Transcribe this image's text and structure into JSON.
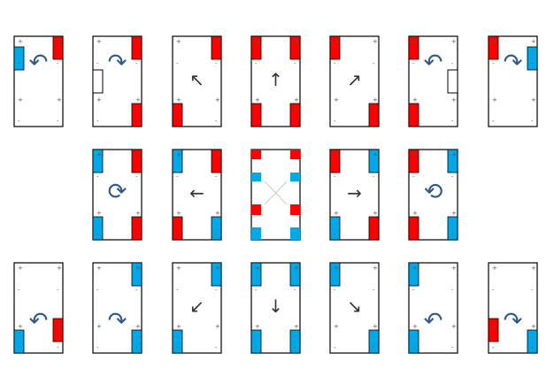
{
  "colors": {
    "red": "#ff0000",
    "blue": "#00a8e8",
    "arrow": "#2e5a88",
    "outline": "#000000",
    "mark": "#555555"
  },
  "marks": {
    "plus": "+",
    "minus": "-"
  },
  "grid": [
    {
      "row": 0,
      "col": 0,
      "pads": [
        {
          "c": "tr",
          "color": "red"
        },
        {
          "c": "lm",
          "color": "blue"
        }
      ],
      "arrow": {
        "icon": "curved-arrow-ccw-icon",
        "glyph": "↶"
      }
    },
    {
      "row": 0,
      "col": 1,
      "pads": [
        {
          "c": "tr",
          "color": "red"
        },
        {
          "c": "br",
          "color": "red"
        }
      ],
      "gap": "lm",
      "arrow": {
        "icon": "curved-arrow-cw-icon",
        "glyph": "↷"
      }
    },
    {
      "row": 0,
      "col": 2,
      "pads": [
        {
          "c": "tr",
          "color": "red"
        },
        {
          "c": "bl",
          "color": "red"
        }
      ],
      "arrow": {
        "icon": "arrow-up-left-icon",
        "glyph": "↖"
      }
    },
    {
      "row": 0,
      "col": 3,
      "pads": [
        {
          "c": "tl",
          "color": "red"
        },
        {
          "c": "tr",
          "color": "red"
        },
        {
          "c": "bl",
          "color": "red"
        },
        {
          "c": "br",
          "color": "red"
        }
      ],
      "arrow": {
        "icon": "arrow-up-icon",
        "glyph": "↑"
      }
    },
    {
      "row": 0,
      "col": 4,
      "pads": [
        {
          "c": "tl",
          "color": "red"
        },
        {
          "c": "br",
          "color": "red"
        }
      ],
      "arrow": {
        "icon": "arrow-up-right-icon",
        "glyph": "↗"
      }
    },
    {
      "row": 0,
      "col": 5,
      "pads": [
        {
          "c": "tl",
          "color": "red"
        },
        {
          "c": "bl",
          "color": "red"
        }
      ],
      "gap": "rm",
      "arrow": {
        "icon": "curved-arrow-ccw-icon",
        "glyph": "↶"
      }
    },
    {
      "row": 0,
      "col": 6,
      "pads": [
        {
          "c": "tl",
          "color": "red"
        },
        {
          "c": "rm",
          "color": "blue"
        }
      ],
      "arrow": {
        "icon": "curved-arrow-cw-icon",
        "glyph": "↷"
      }
    },
    {
      "row": 1,
      "col": 1,
      "pads": [
        {
          "c": "tl",
          "color": "blue"
        },
        {
          "c": "tr",
          "color": "red"
        },
        {
          "c": "bl",
          "color": "blue"
        },
        {
          "c": "br",
          "color": "red"
        }
      ],
      "arrow": {
        "icon": "rotate-cw-icon",
        "glyph": "⟳"
      }
    },
    {
      "row": 1,
      "col": 2,
      "pads": [
        {
          "c": "tl",
          "color": "blue"
        },
        {
          "c": "tr",
          "color": "red"
        },
        {
          "c": "bl",
          "color": "red"
        },
        {
          "c": "br",
          "color": "blue"
        }
      ],
      "arrow": {
        "icon": "arrow-left-icon",
        "glyph": "←"
      }
    },
    {
      "row": 1,
      "col": 3,
      "special": "all-pads"
    },
    {
      "row": 1,
      "col": 4,
      "pads": [
        {
          "c": "tl",
          "color": "red"
        },
        {
          "c": "tr",
          "color": "blue"
        },
        {
          "c": "bl",
          "color": "blue"
        },
        {
          "c": "br",
          "color": "red"
        }
      ],
      "arrow": {
        "icon": "arrow-right-icon",
        "glyph": "→"
      }
    },
    {
      "row": 1,
      "col": 5,
      "pads": [
        {
          "c": "tl",
          "color": "red"
        },
        {
          "c": "tr",
          "color": "blue"
        },
        {
          "c": "bl",
          "color": "red"
        },
        {
          "c": "br",
          "color": "blue"
        }
      ],
      "arrow": {
        "icon": "rotate-ccw-icon",
        "glyph": "⟲"
      }
    },
    {
      "row": 2,
      "col": 0,
      "pads": [
        {
          "c": "bl",
          "color": "blue"
        },
        {
          "c": "rm2",
          "color": "red"
        }
      ],
      "arrow": {
        "icon": "curved-arrow-ccw-icon",
        "glyph": "↶"
      }
    },
    {
      "row": 2,
      "col": 1,
      "pads": [
        {
          "c": "tr",
          "color": "blue"
        },
        {
          "c": "br",
          "color": "blue"
        }
      ],
      "arrow": {
        "icon": "curved-arrow-cw-icon",
        "glyph": "↷"
      }
    },
    {
      "row": 2,
      "col": 2,
      "pads": [
        {
          "c": "tr",
          "color": "blue"
        },
        {
          "c": "bl",
          "color": "blue"
        }
      ],
      "arrow": {
        "icon": "arrow-down-left-icon",
        "glyph": "↙"
      }
    },
    {
      "row": 2,
      "col": 3,
      "pads": [
        {
          "c": "tl",
          "color": "blue"
        },
        {
          "c": "tr",
          "color": "blue"
        },
        {
          "c": "bl",
          "color": "blue"
        },
        {
          "c": "br",
          "color": "blue"
        }
      ],
      "arrow": {
        "icon": "arrow-down-icon",
        "glyph": "↓"
      }
    },
    {
      "row": 2,
      "col": 4,
      "pads": [
        {
          "c": "tl",
          "color": "blue"
        },
        {
          "c": "br",
          "color": "blue"
        }
      ],
      "arrow": {
        "icon": "arrow-down-right-icon",
        "glyph": "↘"
      }
    },
    {
      "row": 2,
      "col": 5,
      "pads": [
        {
          "c": "tl",
          "color": "blue"
        },
        {
          "c": "bl",
          "color": "blue"
        }
      ],
      "arrow": {
        "icon": "curved-arrow-ccw-icon",
        "glyph": "↶"
      }
    },
    {
      "row": 2,
      "col": 6,
      "pads": [
        {
          "c": "br",
          "color": "blue"
        },
        {
          "c": "lm2",
          "color": "red"
        }
      ],
      "arrow": {
        "icon": "curved-arrow-cw-icon",
        "glyph": "↷"
      }
    }
  ]
}
